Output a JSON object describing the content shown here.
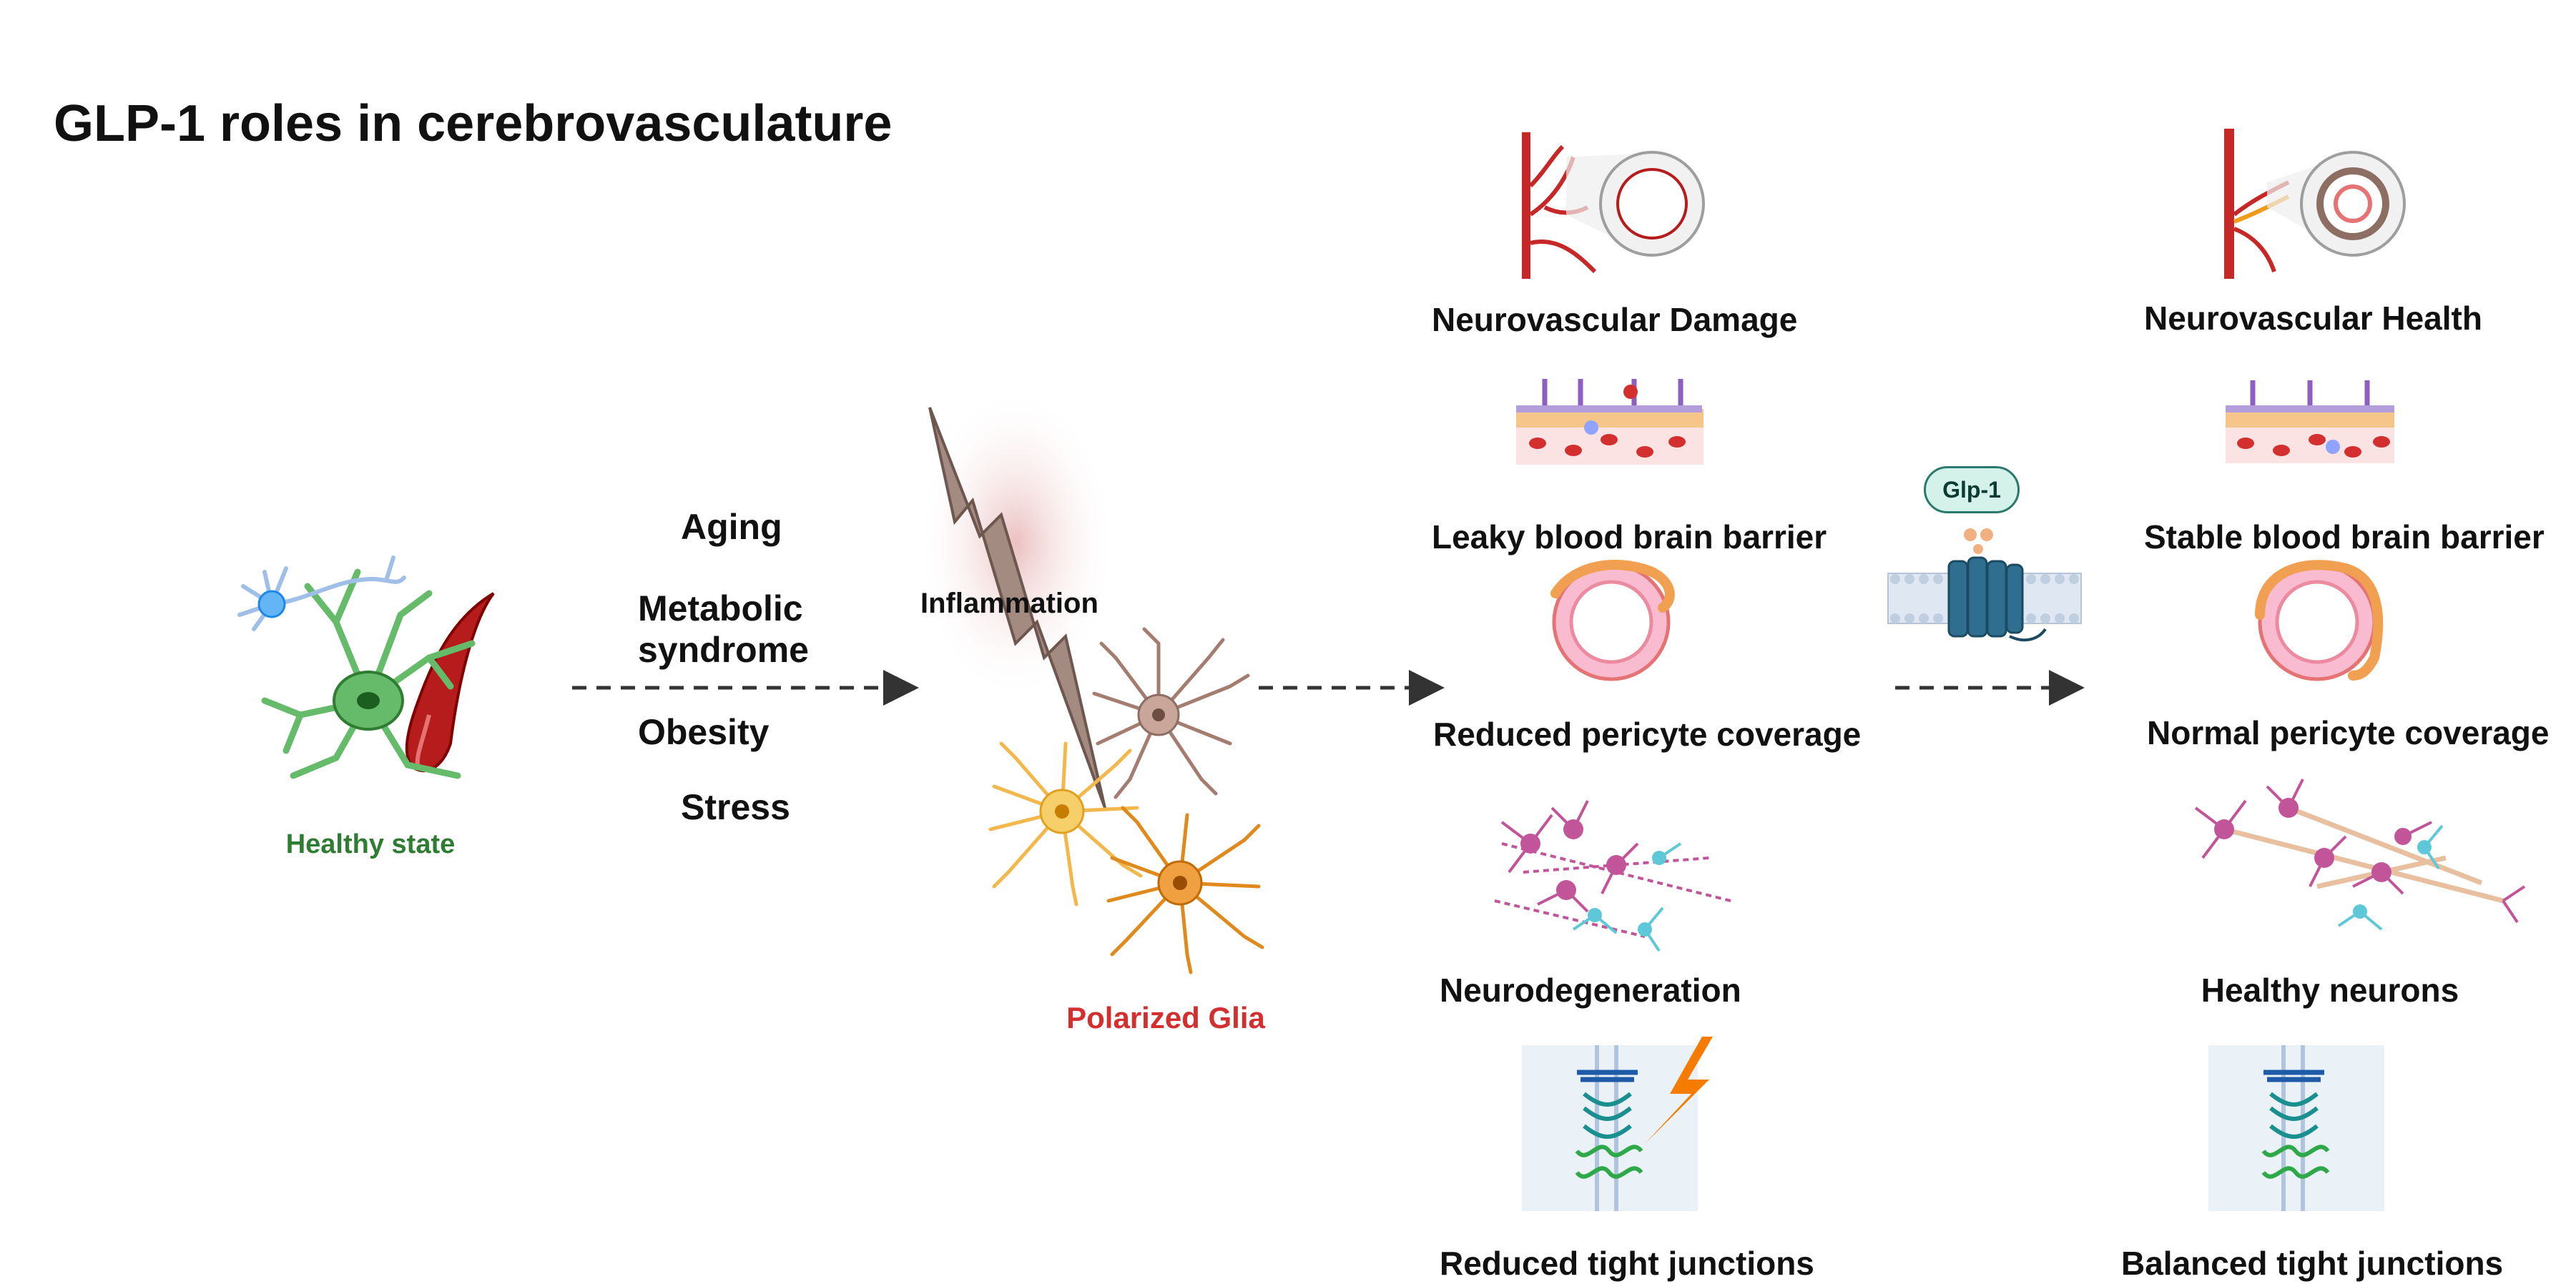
{
  "title": "GLP-1 roles in cerebrovasculature",
  "healthy_state": {
    "label": "Healthy state",
    "color": "#2e7d32"
  },
  "risk_factors": [
    "Aging",
    "Metabolic",
    "syndrome",
    "Obesity",
    "Stress"
  ],
  "inflammation_label": "Inflammation",
  "polarized_glia": {
    "label": "Polarized Glia",
    "color": "#d32f2f"
  },
  "receptor": {
    "label": "Glp-1"
  },
  "damaged_outcomes": [
    "Neurovascular Damage",
    "Leaky blood brain barrier",
    "Reduced pericyte coverage",
    "Neurodegeneration",
    "Reduced tight junctions"
  ],
  "healthy_outcomes": [
    "Neurovascular Health",
    "Stable blood brain barrier",
    "Normal pericyte coverage",
    "Healthy neurons",
    "Balanced tight junctions"
  ],
  "colors": {
    "neuron_green": "#66bb6a",
    "vessel_red": "#b71c1c",
    "astrocyte_orange": "#e08a1e",
    "astrocyte_yellow": "#f2b84b",
    "microglia_brown": "#a47c70",
    "neuron_pink": "#c2559a",
    "neuron_cyan": "#5ec8d8",
    "receptor_blue": "#2f6e8f",
    "arrow": "#333333"
  }
}
